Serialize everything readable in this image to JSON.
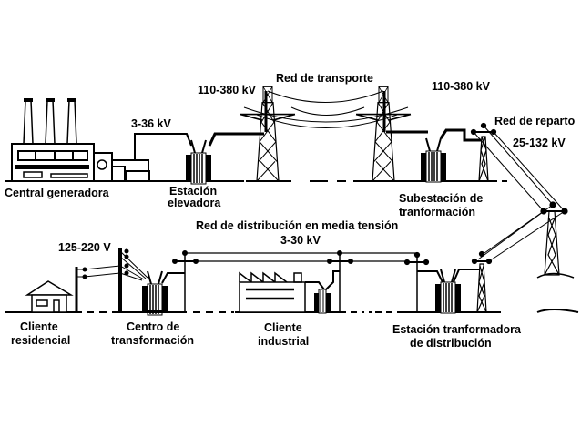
{
  "diagram": {
    "title": "Red eléctrica: generación, transporte y distribución",
    "colors": {
      "line": "#000000",
      "background": "#ffffff"
    },
    "labels": {
      "central_generadora": "Central generadora",
      "v_generacion": "3-36 kV",
      "estacion_elevadora_1": "Estación",
      "estacion_elevadora_2": "elevadora",
      "v_transporte_left": "110-380 kV",
      "red_transporte": "Red de transporte",
      "v_transporte_right": "110-380 kV",
      "red_reparto": "Red de reparto",
      "v_reparto": "25-132  kV",
      "subestacion_1": "Subestación de",
      "subestacion_2": "tranformación",
      "red_distribucion": "Red de distribución en media tensión",
      "v_distribucion": "3-30 kV",
      "v_baja": "125-220  V",
      "cliente_residencial_1": "Cliente",
      "cliente_residencial_2": "residencial",
      "centro_transformacion_1": "Centro de",
      "centro_transformacion_2": "transformación",
      "cliente_industrial_1": "Cliente",
      "cliente_industrial_2": "industrial",
      "estacion_distribucion_1": "Estación tranformadora",
      "estacion_distribucion_2": "de distribución"
    }
  }
}
